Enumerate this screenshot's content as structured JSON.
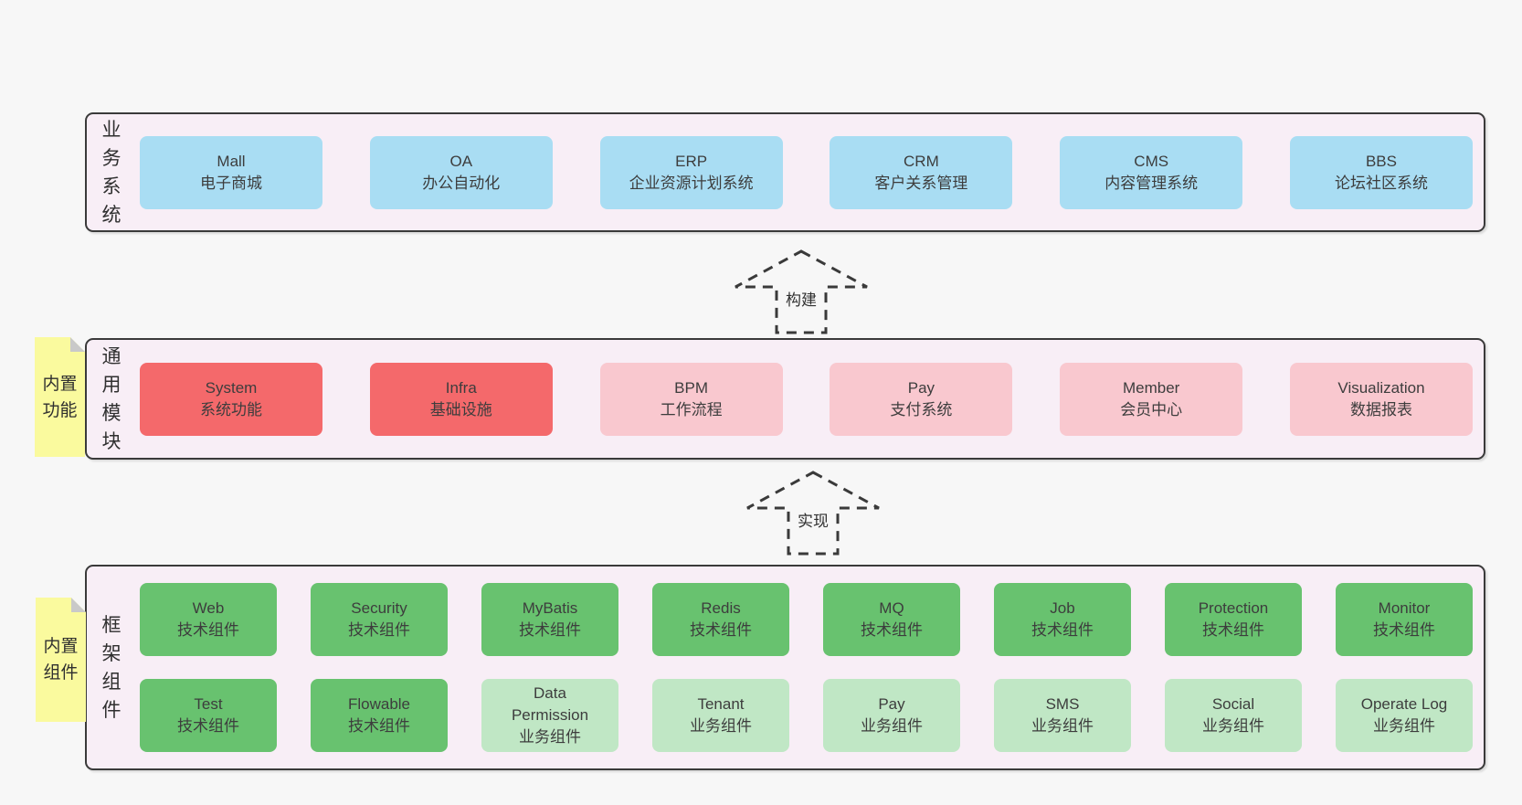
{
  "bands": [
    {
      "label": "业务系统",
      "boxes": [
        {
          "name": "Mall",
          "sub": "电子商城"
        },
        {
          "name": "OA",
          "sub": "办公自动化"
        },
        {
          "name": "ERP",
          "sub": "企业资源计划系统"
        },
        {
          "name": "CRM",
          "sub": "客户关系管理"
        },
        {
          "name": "CMS",
          "sub": "内容管理系统"
        },
        {
          "name": "BBS",
          "sub": "论坛社区系统"
        }
      ]
    },
    {
      "label": "通用模块",
      "sticky": "内置功能",
      "boxes": [
        {
          "name": "System",
          "sub": "系统功能"
        },
        {
          "name": "Infra",
          "sub": "基础设施"
        },
        {
          "name": "BPM",
          "sub": "工作流程"
        },
        {
          "name": "Pay",
          "sub": "支付系统"
        },
        {
          "name": "Member",
          "sub": "会员中心"
        },
        {
          "name": "Visualization",
          "sub": "数据报表"
        }
      ]
    },
    {
      "label": "框架组件",
      "sticky": "内置组件",
      "row1": [
        {
          "name": "Web",
          "sub": "技术组件"
        },
        {
          "name": "Security",
          "sub": "技术组件"
        },
        {
          "name": "MyBatis",
          "sub": "技术组件"
        },
        {
          "name": "Redis",
          "sub": "技术组件"
        },
        {
          "name": "MQ",
          "sub": "技术组件"
        },
        {
          "name": "Job",
          "sub": "技术组件"
        },
        {
          "name": "Protection",
          "sub": "技术组件"
        },
        {
          "name": "Monitor",
          "sub": "技术组件"
        }
      ],
      "row2": [
        {
          "name": "Test",
          "sub": "技术组件"
        },
        {
          "name": "Flowable",
          "sub": "技术组件"
        },
        {
          "name": "Data\nPermission",
          "sub": "业务组件"
        },
        {
          "name": "Tenant",
          "sub": "业务组件"
        },
        {
          "name": "Pay",
          "sub": "业务组件"
        },
        {
          "name": "SMS",
          "sub": "业务组件"
        },
        {
          "name": "Social",
          "sub": "业务组件"
        },
        {
          "name": "Operate Log",
          "sub": "业务组件"
        }
      ]
    }
  ],
  "arrows": [
    {
      "label": "构建"
    },
    {
      "label": "实现"
    }
  ],
  "colors": {
    "page_bg": "#f7f7f7",
    "band_fill": "#f8eef6",
    "border": "#3a3a3a",
    "text": "#3d3d3d",
    "blue": "#a9ddf3",
    "red": "#f4696b",
    "pink": "#f9c8cf",
    "green_dark": "#68c26f",
    "green_light": "#c0e7c5",
    "sticky_yellow": "#fafa9e"
  }
}
